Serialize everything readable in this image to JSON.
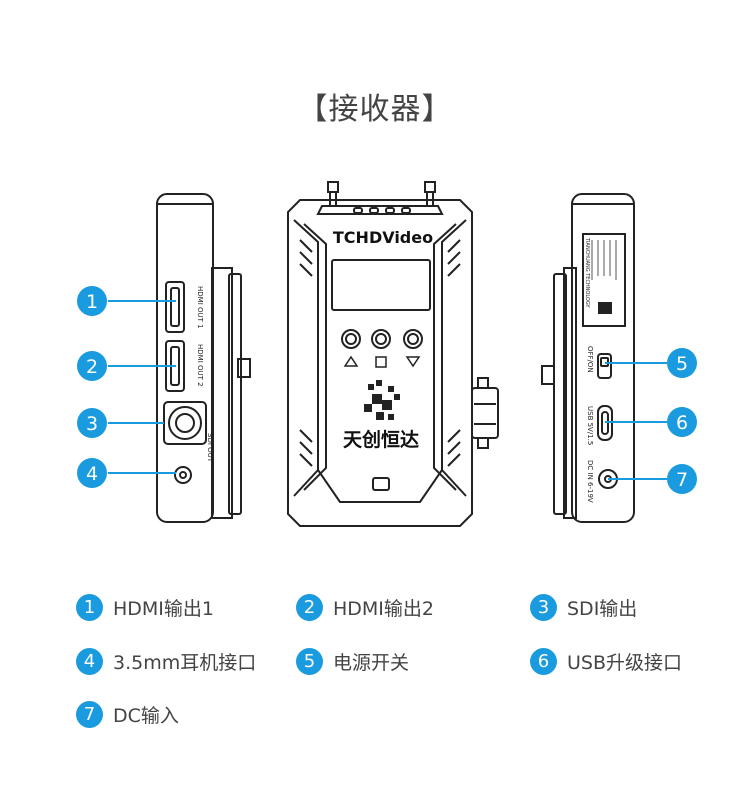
{
  "title": "【接收器】",
  "device": {
    "brand": "TCHDVideo",
    "logo_text": "天创恒达",
    "side_left_labels": [
      "HDMI OUT 1",
      "HDMI OUT 2",
      "SDI OUT"
    ],
    "side_right_labels": [
      "OFF/ON",
      "USB 5V/1.5",
      "DC IN 6-19V"
    ],
    "sticker_text": "TIANCHUANG TECHNOLOGY"
  },
  "callouts": [
    "1",
    "2",
    "3",
    "4",
    "5",
    "6",
    "7"
  ],
  "legend": [
    {
      "num": "1",
      "label": "HDMI输出1"
    },
    {
      "num": "2",
      "label": "HDMI输出2"
    },
    {
      "num": "3",
      "label": "SDI输出"
    },
    {
      "num": "4",
      "label": "3.5mm耳机接口"
    },
    {
      "num": "5",
      "label": "电源开关"
    },
    {
      "num": "6",
      "label": "USB升级接口"
    },
    {
      "num": "7",
      "label": "DC输入"
    }
  ],
  "colors": {
    "accent": "#1a9bdf",
    "line": "#222222"
  }
}
